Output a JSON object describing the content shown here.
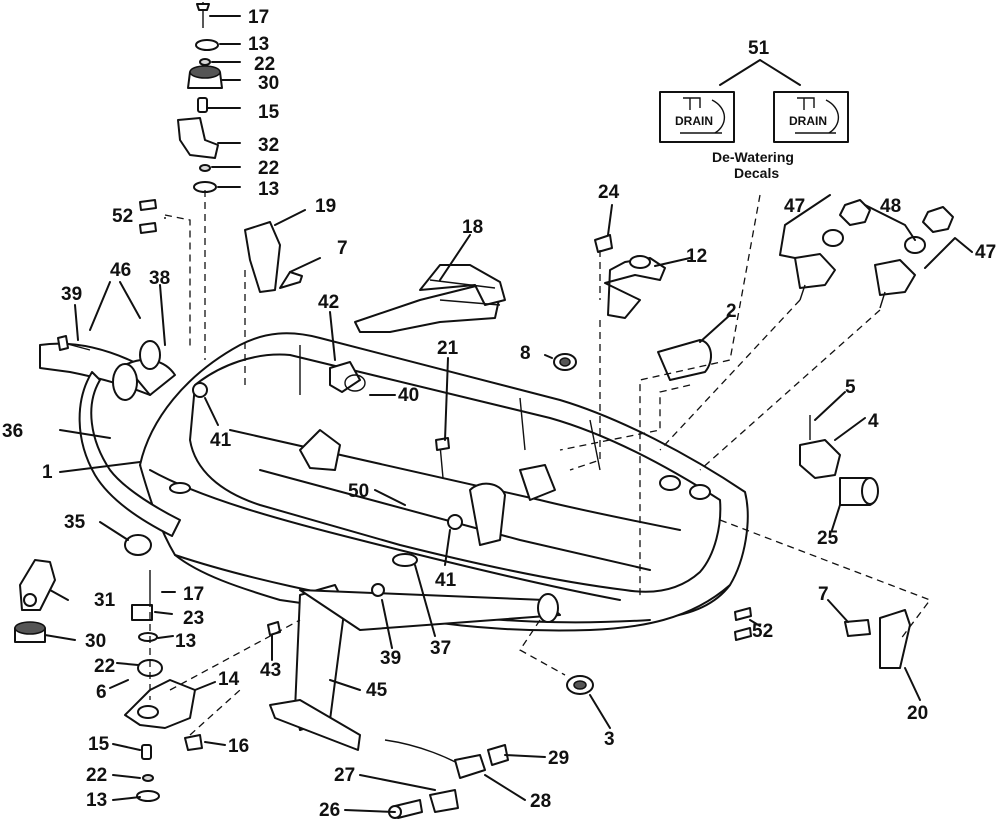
{
  "callouts": [
    {
      "id": "c17a",
      "label": "17"
    },
    {
      "id": "c13a",
      "label": "13"
    },
    {
      "id": "c22a",
      "label": "22"
    },
    {
      "id": "c30a",
      "label": "30"
    },
    {
      "id": "c15a",
      "label": "15"
    },
    {
      "id": "c32",
      "label": "32"
    },
    {
      "id": "c22b",
      "label": "22"
    },
    {
      "id": "c13b",
      "label": "13"
    },
    {
      "id": "c19",
      "label": "19"
    },
    {
      "id": "c52a",
      "label": "52"
    },
    {
      "id": "c7a",
      "label": "7"
    },
    {
      "id": "c18",
      "label": "18"
    },
    {
      "id": "c24",
      "label": "24"
    },
    {
      "id": "c12",
      "label": "12"
    },
    {
      "id": "c46",
      "label": "46"
    },
    {
      "id": "c38",
      "label": "38"
    },
    {
      "id": "c39a",
      "label": "39"
    },
    {
      "id": "c42",
      "label": "42"
    },
    {
      "id": "c40",
      "label": "40"
    },
    {
      "id": "c21",
      "label": "21"
    },
    {
      "id": "c8",
      "label": "8"
    },
    {
      "id": "c2",
      "label": "2"
    },
    {
      "id": "c36",
      "label": "36"
    },
    {
      "id": "c41a",
      "label": "41"
    },
    {
      "id": "c1",
      "label": "1"
    },
    {
      "id": "c50",
      "label": "50"
    },
    {
      "id": "c5",
      "label": "5"
    },
    {
      "id": "c4",
      "label": "4"
    },
    {
      "id": "c25",
      "label": "25"
    },
    {
      "id": "c35",
      "label": "35"
    },
    {
      "id": "c41b",
      "label": "41"
    },
    {
      "id": "c31",
      "label": "31"
    },
    {
      "id": "c17b",
      "label": "17"
    },
    {
      "id": "c23",
      "label": "23"
    },
    {
      "id": "c13c",
      "label": "13"
    },
    {
      "id": "c30b",
      "label": "30"
    },
    {
      "id": "c22c",
      "label": "22"
    },
    {
      "id": "c14",
      "label": "14"
    },
    {
      "id": "c6",
      "label": "6"
    },
    {
      "id": "c43",
      "label": "43"
    },
    {
      "id": "c39b",
      "label": "39"
    },
    {
      "id": "c37",
      "label": "37"
    },
    {
      "id": "c45",
      "label": "45"
    },
    {
      "id": "c52b",
      "label": "52"
    },
    {
      "id": "c7b",
      "label": "7"
    },
    {
      "id": "c20",
      "label": "20"
    },
    {
      "id": "c3",
      "label": "3"
    },
    {
      "id": "c15b",
      "label": "15"
    },
    {
      "id": "c16",
      "label": "16"
    },
    {
      "id": "c22d",
      "label": "22"
    },
    {
      "id": "c13d",
      "label": "13"
    },
    {
      "id": "c29",
      "label": "29"
    },
    {
      "id": "c27",
      "label": "27"
    },
    {
      "id": "c28",
      "label": "28"
    },
    {
      "id": "c26",
      "label": "26"
    },
    {
      "id": "c51",
      "label": "51"
    },
    {
      "id": "c47a",
      "label": "47"
    },
    {
      "id": "c48",
      "label": "48"
    },
    {
      "id": "c47b",
      "label": "47"
    }
  ],
  "decals": {
    "title_line1": "De-Watering",
    "title_line2": "Decals",
    "left_label": "DRAIN",
    "right_label": "DRAIN"
  }
}
